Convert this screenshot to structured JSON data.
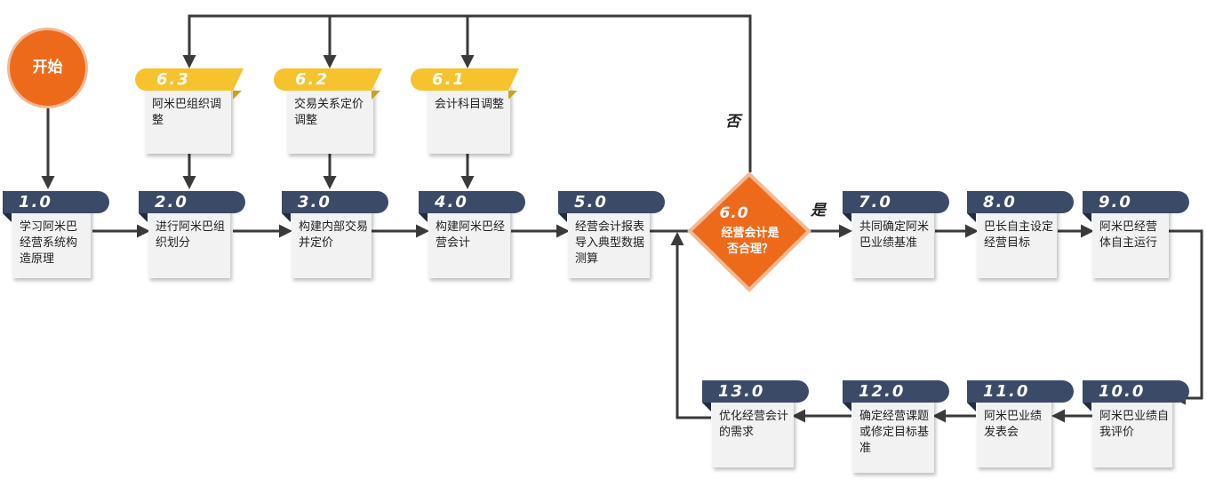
{
  "start": {
    "label": "开始"
  },
  "steps": [
    {
      "id": "s1",
      "num": "1.0",
      "text": "学习阿米巴经营系统构造原理"
    },
    {
      "id": "s2",
      "num": "2.0",
      "text": "进行阿米巴组织划分"
    },
    {
      "id": "s3",
      "num": "3.0",
      "text": "构建内部交易并定价"
    },
    {
      "id": "s4",
      "num": "4.0",
      "text": "构建阿米巴经营会计"
    },
    {
      "id": "s5",
      "num": "5.0",
      "text": "经营会计报表导入典型数据测算"
    },
    {
      "id": "s7",
      "num": "7.0",
      "text": "共同确定阿米巴业绩基准"
    },
    {
      "id": "s8",
      "num": "8.0",
      "text": "巴长自主设定经营目标"
    },
    {
      "id": "s9",
      "num": "9.0",
      "text": "阿米巴经营体自主运行"
    },
    {
      "id": "s10",
      "num": "10.0",
      "text": "阿米巴业绩自我评价"
    },
    {
      "id": "s11",
      "num": "11.0",
      "text": "阿米巴业绩发表会"
    },
    {
      "id": "s12",
      "num": "12.0",
      "text": "确定经营课题或修定目标基准"
    },
    {
      "id": "s13",
      "num": "13.0",
      "text": "优化经营会计的需求"
    }
  ],
  "adjustments": [
    {
      "id": "a63",
      "num": "6.3",
      "text": "阿米巴组织调整"
    },
    {
      "id": "a62",
      "num": "6.2",
      "text": "交易关系定价调整"
    },
    {
      "id": "a61",
      "num": "6.1",
      "text": "会计科目调整"
    }
  ],
  "decision": {
    "num": "6.0",
    "text": "经营会计是否合理？",
    "yes_label": "是",
    "no_label": "否"
  },
  "colors": {
    "step_tab": "#3b4a67",
    "adjust_tab": "#f6c22d",
    "accent": "#ee6a1b",
    "card": "#f2f2f2",
    "line": "#3a3a3a"
  }
}
